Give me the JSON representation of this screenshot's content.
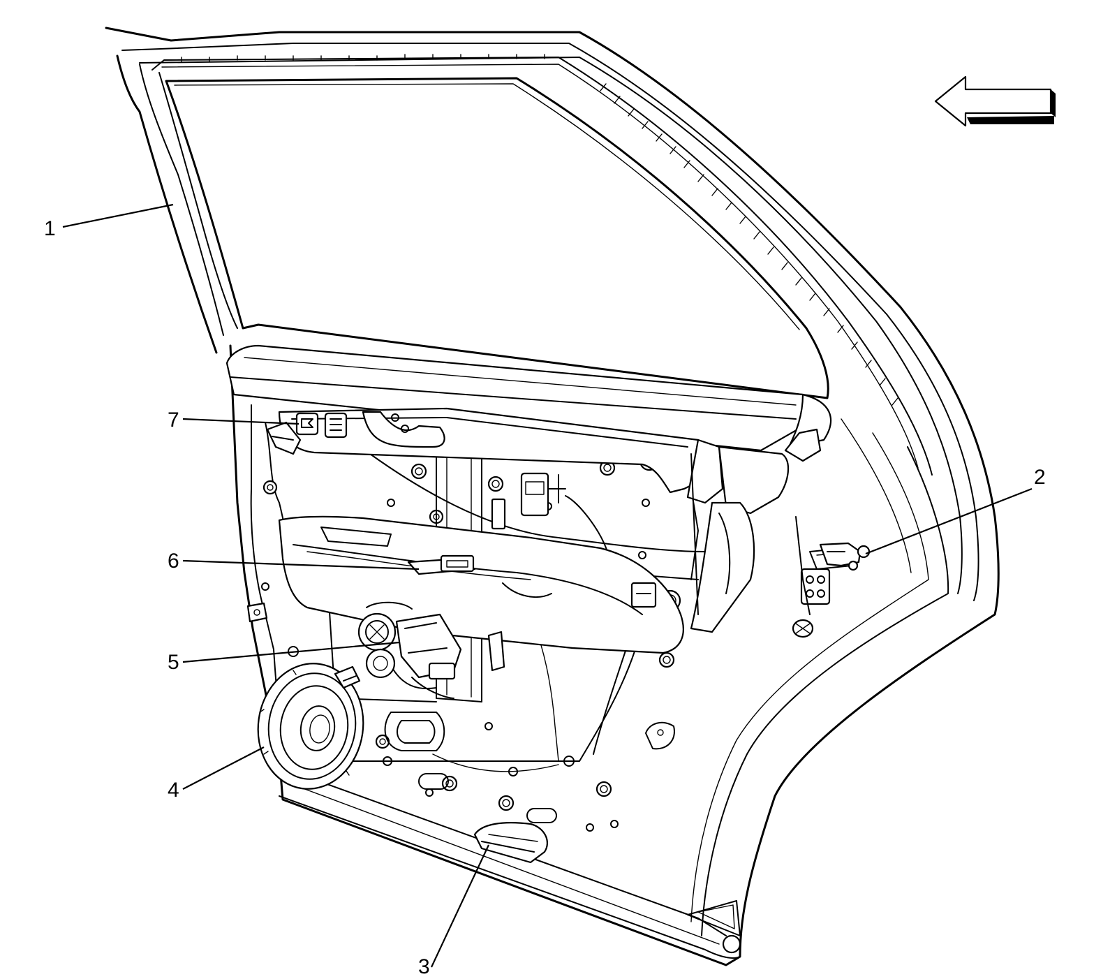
{
  "callouts": [
    {
      "id": "1",
      "label": "1"
    },
    {
      "id": "2",
      "label": "2"
    },
    {
      "id": "3",
      "label": "3"
    },
    {
      "id": "4",
      "label": "4"
    },
    {
      "id": "5",
      "label": "5"
    },
    {
      "id": "6",
      "label": "6"
    },
    {
      "id": "7",
      "label": "7"
    }
  ],
  "icons": {
    "direction": "forward-arrow-icon"
  }
}
